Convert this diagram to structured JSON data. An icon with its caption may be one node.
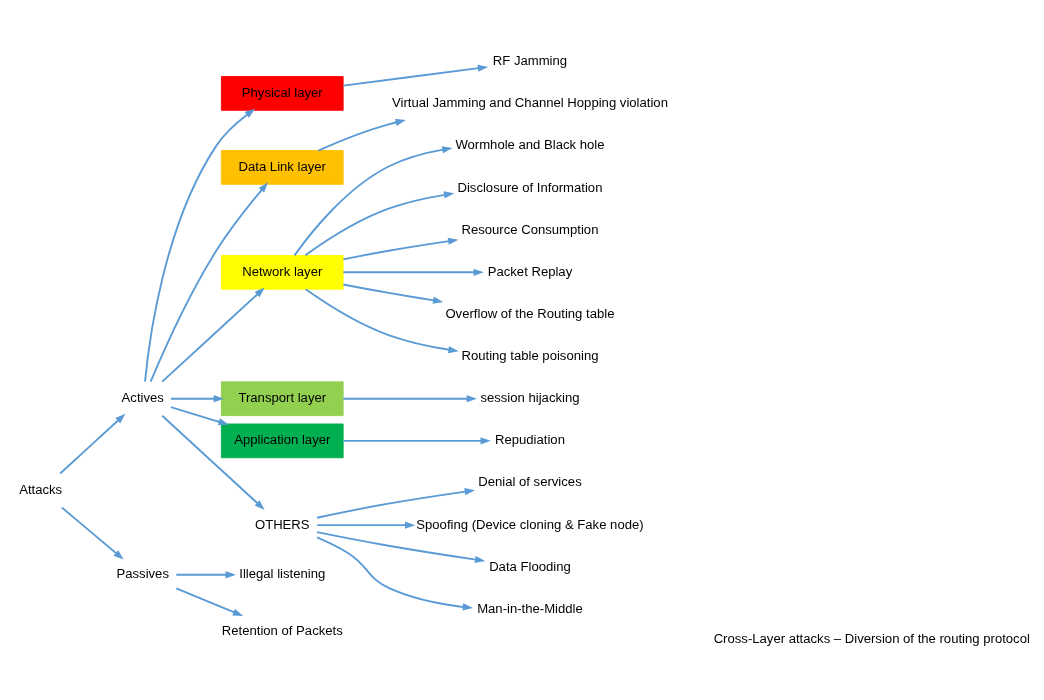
{
  "diagram": {
    "nodes": [
      {
        "text": [
          "Attacks"
        ]
      },
      {
        "text": [
          "Actives"
        ]
      },
      {
        "text": [
          "Passives"
        ]
      },
      {
        "text": [
          "Physical layer"
        ]
      },
      {
        "text": [
          "Data Link layer"
        ]
      },
      {
        "text": [
          "Network layer"
        ]
      },
      {
        "text": [
          "Transport layer"
        ]
      },
      {
        "text": [
          "Application layer"
        ]
      },
      {
        "text": [
          "OTHERS"
        ]
      },
      {
        "text": [
          "RF Jamming"
        ]
      },
      {
        "text": [
          "Virtual Jamming and Channel Hopping violation"
        ]
      },
      {
        "text": [
          "Wormhole and Black hole"
        ]
      },
      {
        "text": [
          "Disclosure of Information"
        ]
      },
      {
        "text": [
          "Resource Consumption"
        ]
      },
      {
        "text": [
          "Packet Replay"
        ]
      },
      {
        "text": [
          "Overflow of the Routing table"
        ]
      },
      {
        "text": [
          "Routing table poisoning"
        ]
      },
      {
        "text": [
          "session hijacking"
        ]
      },
      {
        "text": [
          "Repudiation"
        ]
      },
      {
        "text": [
          "Denial of services"
        ]
      },
      {
        "text": [
          "Spoofing (Device cloning & Fake node)"
        ]
      },
      {
        "text": [
          "Data Flooding"
        ]
      },
      {
        "text": [
          "Man-in-the-Middle"
        ]
      },
      {
        "text": [
          "Illegal listening"
        ]
      },
      {
        "text": [
          "Retention of Packets"
        ]
      }
    ],
    "edges": [
      {
        "from": 0,
        "to": 1,
        "arrow": "to"
      },
      {
        "from": 0,
        "to": 2,
        "arrow": "to"
      },
      {
        "from": 1,
        "to": 3,
        "arrow": "to"
      },
      {
        "from": 1,
        "to": 4,
        "arrow": "to"
      },
      {
        "from": 1,
        "to": 5,
        "arrow": "to"
      },
      {
        "from": 1,
        "to": 6,
        "arrow": "to"
      },
      {
        "from": 1,
        "to": 7,
        "arrow": "to"
      },
      {
        "from": 1,
        "to": 8,
        "arrow": "to"
      },
      {
        "from": 3,
        "to": 9,
        "arrow": "to"
      },
      {
        "from": 4,
        "to": 10,
        "arrow": "to"
      },
      {
        "from": 5,
        "to": 11,
        "arrow": "to"
      },
      {
        "from": 5,
        "to": 12,
        "arrow": "to"
      },
      {
        "from": 5,
        "to": 13,
        "arrow": "to"
      },
      {
        "from": 5,
        "to": 14,
        "arrow": "to"
      },
      {
        "from": 5,
        "to": 15,
        "arrow": "to"
      },
      {
        "from": 5,
        "to": 16,
        "arrow": "to"
      },
      {
        "from": 6,
        "to": 17,
        "arrow": "to"
      },
      {
        "from": 7,
        "to": 18,
        "arrow": "to"
      },
      {
        "from": 8,
        "to": 19,
        "arrow": "to"
      },
      {
        "from": 8,
        "to": 20,
        "arrow": "to"
      },
      {
        "from": 8,
        "to": 21,
        "arrow": "to"
      },
      {
        "from": 8,
        "to": 22,
        "arrow": "to"
      },
      {
        "from": 2,
        "to": 23,
        "arrow": "to"
      },
      {
        "from": 2,
        "to": 24,
        "arrow": "to"
      }
    ],
    "labels": [
      "Cross-Layer attacks – Diversion of the routing protocol"
    ]
  }
}
